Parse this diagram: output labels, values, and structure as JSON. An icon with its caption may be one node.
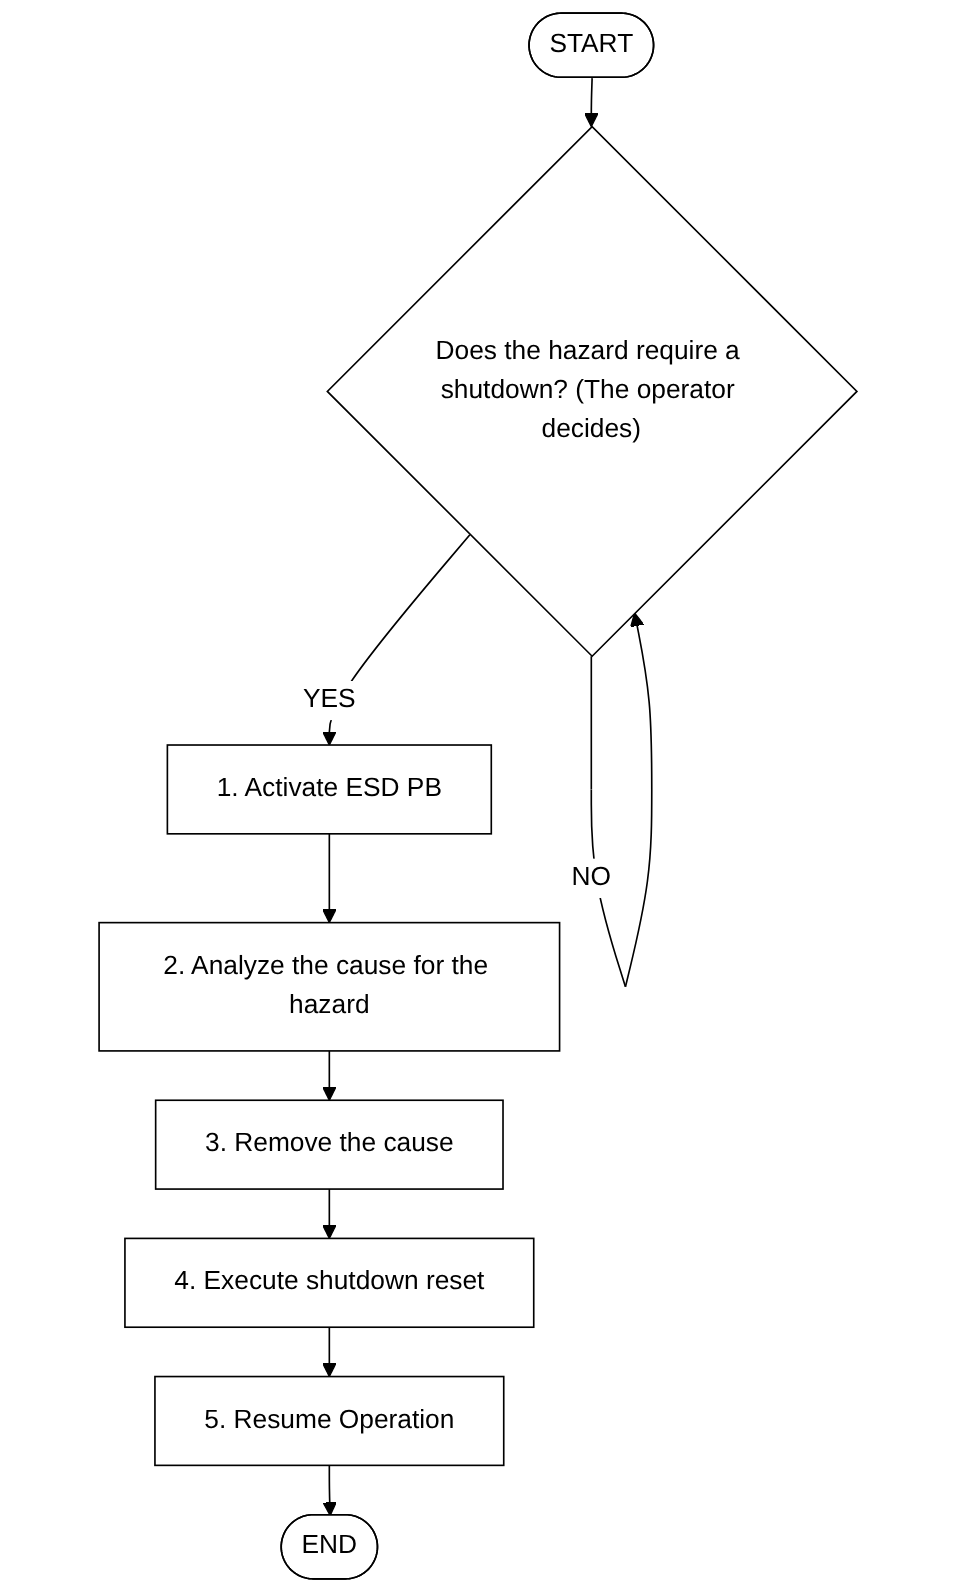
{
  "diagram": {
    "nodes": [
      {
        "text": [
          "START"
        ]
      },
      {
        "text": [
          "Does the hazard require a shutdown? (The operator decides)"
        ]
      },
      {
        "text": [
          "1. Activate ESD PB"
        ]
      },
      {
        "text": [
          "2. Analyze the cause for the hazard"
        ]
      },
      {
        "text": [
          "3. Remove the cause"
        ]
      },
      {
        "text": [
          "4. Execute shutdown reset"
        ]
      },
      {
        "text": [
          "5. Resume Operation"
        ]
      },
      {
        "text": [
          "END"
        ]
      }
    ],
    "edges": [
      {
        "from": 0,
        "to": 1,
        "arrow": "to"
      },
      {
        "from": 1,
        "to": 1,
        "label": "NO",
        "arrow": "to"
      },
      {
        "from": 1,
        "to": 2,
        "label": "YES",
        "arrow": "to"
      },
      {
        "from": 2,
        "to": 3,
        "arrow": "to"
      },
      {
        "from": 3,
        "to": 4,
        "arrow": "to"
      },
      {
        "from": 4,
        "to": 5,
        "arrow": "to"
      },
      {
        "from": 5,
        "to": 6,
        "arrow": "to"
      },
      {
        "from": 6,
        "to": 7,
        "arrow": "to"
      }
    ]
  }
}
